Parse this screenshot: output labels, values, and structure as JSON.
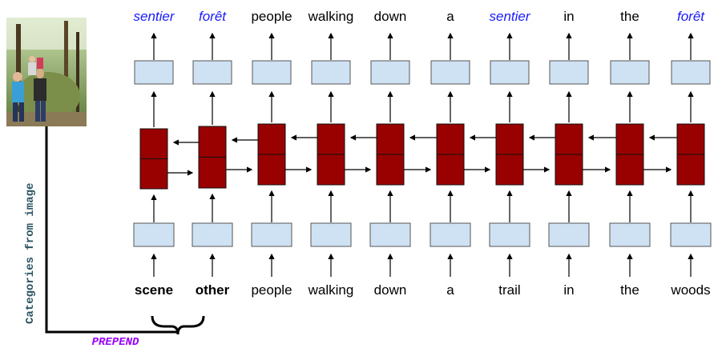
{
  "outputs": [
    {
      "text": "sentier",
      "style": "french"
    },
    {
      "text": "forêt",
      "style": "french"
    },
    {
      "text": "people",
      "style": "plain"
    },
    {
      "text": "walking",
      "style": "plain"
    },
    {
      "text": "down",
      "style": "plain"
    },
    {
      "text": "a",
      "style": "plain"
    },
    {
      "text": "sentier",
      "style": "french"
    },
    {
      "text": "in",
      "style": "plain"
    },
    {
      "text": "the",
      "style": "plain"
    },
    {
      "text": "forêt",
      "style": "french"
    }
  ],
  "inputs": [
    {
      "text": "scene",
      "style": "bold"
    },
    {
      "text": "other",
      "style": "bold"
    },
    {
      "text": "people",
      "style": "plain"
    },
    {
      "text": "walking",
      "style": "plain"
    },
    {
      "text": "down",
      "style": "plain"
    },
    {
      "text": "a",
      "style": "plain"
    },
    {
      "text": "trail",
      "style": "plain"
    },
    {
      "text": "in",
      "style": "plain"
    },
    {
      "text": "the",
      "style": "plain"
    },
    {
      "text": "woods",
      "style": "plain"
    }
  ],
  "side_label": "Categories from image",
  "prepend_label": "PREPEND",
  "image_icon": "forest-trail-photo",
  "colors": {
    "french_word": "#1a1aff",
    "rnn_cell": "#990000",
    "embedding_box": "#cfe2f3",
    "side_label": "#2b5563",
    "prepend_label": "#9900ff"
  }
}
